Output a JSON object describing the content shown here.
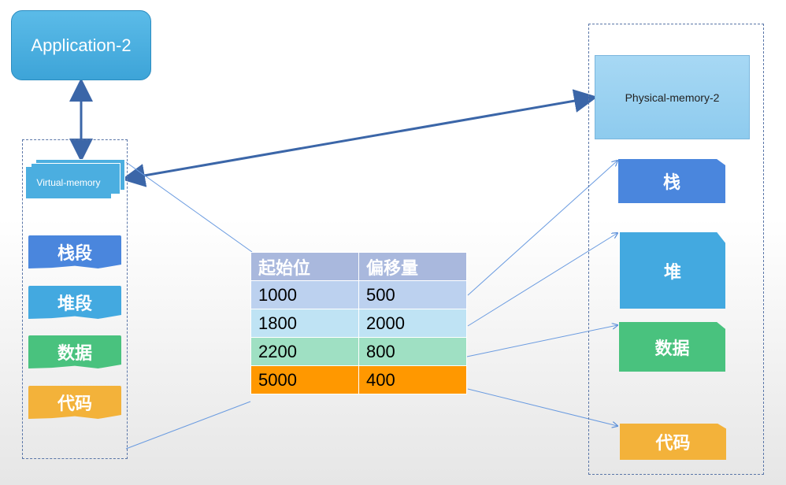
{
  "application": {
    "label": "Application-2"
  },
  "virtual_memory": {
    "label": "Virtual-memory",
    "segments": [
      {
        "label": "栈段",
        "color": "#4a86dd"
      },
      {
        "label": "堆段",
        "color": "#43a9e0"
      },
      {
        "label": "数据",
        "color": "#49c27e"
      },
      {
        "label": "代码",
        "color": "#f3b23a"
      }
    ]
  },
  "physical_memory": {
    "label": "Physical-memory-2",
    "blocks": [
      {
        "label": "栈",
        "color": "#4a86dd"
      },
      {
        "label": "堆",
        "color": "#43a9e0"
      },
      {
        "label": "数据",
        "color": "#49c27e"
      },
      {
        "label": "代码",
        "color": "#f3b23a"
      }
    ]
  },
  "table": {
    "headers": [
      "起始位",
      "偏移量"
    ],
    "rows": [
      {
        "start": "1000",
        "offset": "500",
        "color": "#bcd1ef"
      },
      {
        "start": "1800",
        "offset": "2000",
        "color": "#bfe3f4"
      },
      {
        "start": "2200",
        "offset": "800",
        "color": "#9fe0c3"
      },
      {
        "start": "5000",
        "offset": "400",
        "color": "#ff9800"
      }
    ]
  }
}
